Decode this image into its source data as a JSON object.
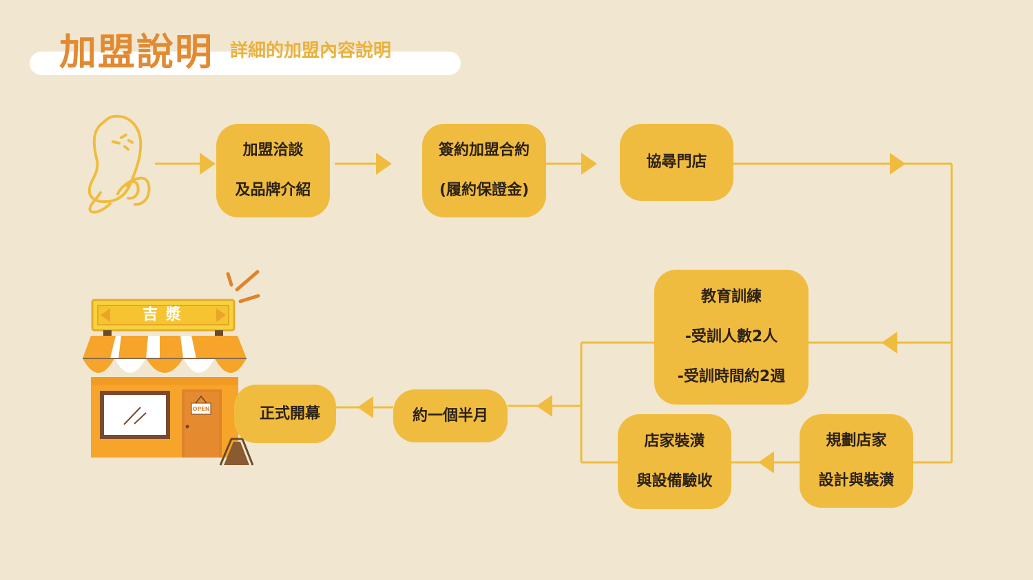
{
  "header": {
    "title": "加盟說明",
    "subtitle": "詳細的加盟內容說明"
  },
  "steps": [
    {
      "line1": "加盟洽談",
      "line2": "及品牌介紹"
    },
    {
      "line1": "簽約加盟合約",
      "line2": "(履約保證金)"
    },
    {
      "line1": "協尋門店"
    },
    {
      "line1": "教育訓練",
      "line2": "-受訓人數2人",
      "line3": "-受訓時間約2週"
    },
    {
      "line1": "規劃店家",
      "line2": "設計與裝潢"
    },
    {
      "line1": "店家裝潢",
      "line2": "與設備驗收"
    },
    {
      "line1": "約一個半月"
    },
    {
      "line1": "正式開幕"
    }
  ],
  "shop": {
    "sign": "吉 漿",
    "door_sign": "OPEN"
  },
  "colors": {
    "background": "#f1e7d0",
    "box": "#f0bc3f",
    "line": "#f0bc3f",
    "title": "#e28a32",
    "subtitle": "#e9b13e"
  },
  "icons": [
    "mascot-illustration",
    "storefront-illustration",
    "arrow-right-icon",
    "arrow-left-icon"
  ]
}
